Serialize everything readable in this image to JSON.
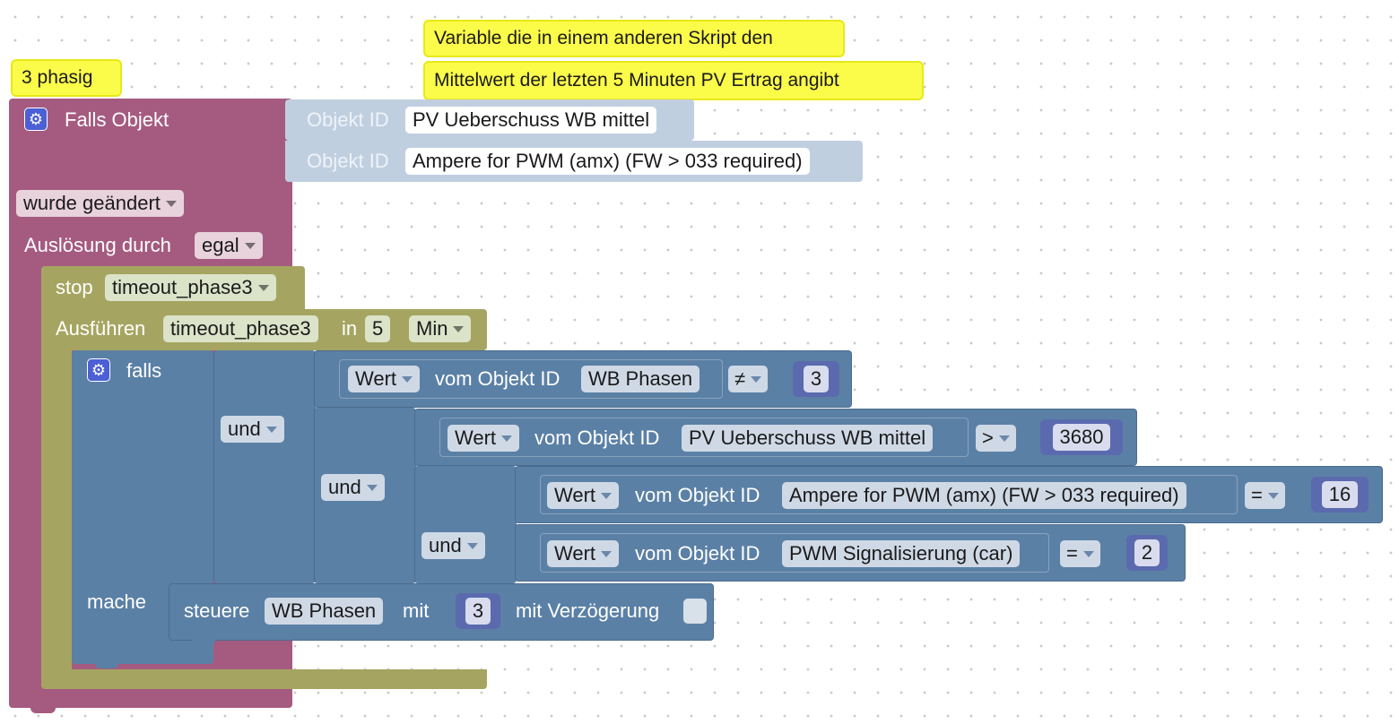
{
  "comments": {
    "phase": "3 phasig",
    "note_line1": "Variable die in einem anderen Skript den",
    "note_line2": "Mittelwert der letzten 5 Minuten PV Ertrag angibt"
  },
  "trigger": {
    "title": "Falls Objekt",
    "object_label": "Objekt ID",
    "object1": "PV Ueberschuss WB mittel",
    "object2": "Ampere for PWM (amx) (FW > 033 required)",
    "changed": "wurde geändert",
    "trigger_by_label": "Auslösung durch",
    "trigger_by_value": "egal"
  },
  "timeout_block": {
    "stop_label": "stop",
    "stop_value": "timeout_phase3",
    "run_label": "Ausführen",
    "run_value": "timeout_phase3",
    "in_label": "in",
    "in_value": "5",
    "unit": "Min"
  },
  "if_block": {
    "falls_label": "falls",
    "mache_label": "mache",
    "and1": "und",
    "and2": "und",
    "and3": "und"
  },
  "conditions": [
    {
      "prop": "Wert",
      "from_label": "vom Objekt ID",
      "object": "WB Phasen",
      "op": "≠",
      "value": "3"
    },
    {
      "prop": "Wert",
      "from_label": "vom Objekt ID",
      "object": "PV Ueberschuss WB mittel",
      "op": ">",
      "value": "3680"
    },
    {
      "prop": "Wert",
      "from_label": "vom Objekt ID",
      "object": "Ampere for PWM (amx) (FW > 033 required)",
      "op": "=",
      "value": "16"
    },
    {
      "prop": "Wert",
      "from_label": "vom Objekt ID",
      "object": "PWM Signalisierung (car)",
      "op": "=",
      "value": "2"
    }
  ],
  "action": {
    "label": "steuere",
    "object": "WB Phasen",
    "with_label": "mit",
    "value": "3",
    "delay_label": "mit Verzögerung"
  },
  "colors": {
    "trigger_block": "#a55b80",
    "timeout_block": "#a5a561",
    "logic_block": "#5b80a5",
    "math_block": "#5b67a5",
    "comment": "#fbfb4a",
    "object_field": "#cfd9e6"
  }
}
